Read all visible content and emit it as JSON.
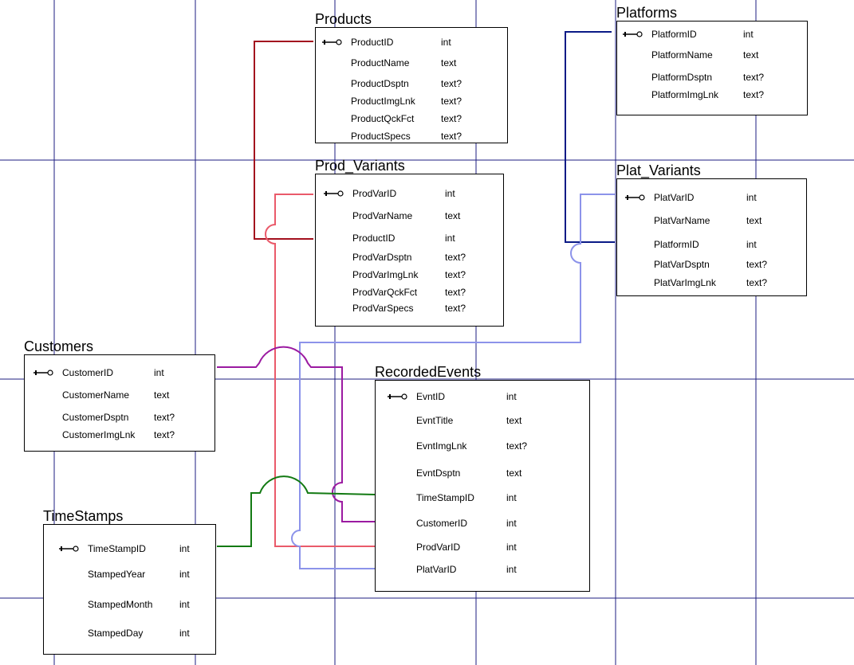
{
  "entities": {
    "products": {
      "title": "Products",
      "fields": [
        {
          "name": "ProductID",
          "type": "int",
          "key": true
        },
        {
          "name": "ProductName",
          "type": "text"
        },
        {
          "name": "ProductDsptn",
          "type": "text?"
        },
        {
          "name": "ProductImgLnk",
          "type": "text?"
        },
        {
          "name": "ProductQckFct",
          "type": "text?"
        },
        {
          "name": "ProductSpecs",
          "type": "text?"
        }
      ]
    },
    "platforms": {
      "title": "Platforms",
      "fields": [
        {
          "name": "PlatformID",
          "type": "int",
          "key": true
        },
        {
          "name": "PlatformName",
          "type": "text"
        },
        {
          "name": "PlatformDsptn",
          "type": "text?"
        },
        {
          "name": "PlatformImgLnk",
          "type": "text?"
        }
      ]
    },
    "prod_variants": {
      "title": "Prod_Variants",
      "fields": [
        {
          "name": "ProdVarID",
          "type": "int",
          "key": true
        },
        {
          "name": "ProdVarName",
          "type": "text"
        },
        {
          "name": "ProductID",
          "type": "int"
        },
        {
          "name": "ProdVarDsptn",
          "type": "text?"
        },
        {
          "name": "ProdVarImgLnk",
          "type": "text?"
        },
        {
          "name": "ProdVarQckFct",
          "type": "text?"
        },
        {
          "name": "ProdVarSpecs",
          "type": "text?"
        }
      ]
    },
    "plat_variants": {
      "title": "Plat_Variants",
      "fields": [
        {
          "name": "PlatVarID",
          "type": "int",
          "key": true
        },
        {
          "name": "PlatVarName",
          "type": "text"
        },
        {
          "name": "PlatformID",
          "type": "int"
        },
        {
          "name": "PlatVarDsptn",
          "type": "text?"
        },
        {
          "name": "PlatVarImgLnk",
          "type": "text?"
        }
      ]
    },
    "customers": {
      "title": "Customers",
      "fields": [
        {
          "name": "CustomerID",
          "type": "int",
          "key": true
        },
        {
          "name": "CustomerName",
          "type": "text"
        },
        {
          "name": "CustomerDsptn",
          "type": "text?"
        },
        {
          "name": "CustomerImgLnk",
          "type": "text?"
        }
      ]
    },
    "recorded_events": {
      "title": "RecordedEvents",
      "fields": [
        {
          "name": "EvntID",
          "type": "int",
          "key": true
        },
        {
          "name": "EvntTitle",
          "type": "text"
        },
        {
          "name": "EvntImgLnk",
          "type": "text?"
        },
        {
          "name": "EvntDsptn",
          "type": "text"
        },
        {
          "name": "TimeStampID",
          "type": "int"
        },
        {
          "name": "CustomerID",
          "type": "int"
        },
        {
          "name": "ProdVarID",
          "type": "int"
        },
        {
          "name": "PlatVarID",
          "type": "int"
        }
      ]
    },
    "timestamps": {
      "title": "TimeStamps",
      "fields": [
        {
          "name": "TimeStampID",
          "type": "int",
          "key": true
        },
        {
          "name": "StampedYear",
          "type": "int"
        },
        {
          "name": "StampedMonth",
          "type": "int"
        },
        {
          "name": "StampedDay",
          "type": "int"
        }
      ]
    }
  },
  "relationships": [
    {
      "from": "products.ProductID",
      "to": "prod_variants.ProductID",
      "color": "#a3101e"
    },
    {
      "from": "platforms.PlatformID",
      "to": "plat_variants.PlatformID",
      "color": "#0a1a86"
    },
    {
      "from": "prod_variants.ProdVarID",
      "to": "recorded_events.ProdVarID",
      "color": "#ea5a6a"
    },
    {
      "from": "plat_variants.PlatVarID",
      "to": "recorded_events.PlatVarID",
      "color": "#8c93ea"
    },
    {
      "from": "customers.CustomerID",
      "to": "recorded_events.CustomerID",
      "color": "#9b1aa1"
    },
    {
      "from": "timestamps.TimeStampID",
      "to": "recorded_events.TimeStampID",
      "color": "#137a13"
    }
  ],
  "colors": {
    "grid": "#1d1d80",
    "entity_border": "#000000",
    "key_icon": "#000000"
  }
}
